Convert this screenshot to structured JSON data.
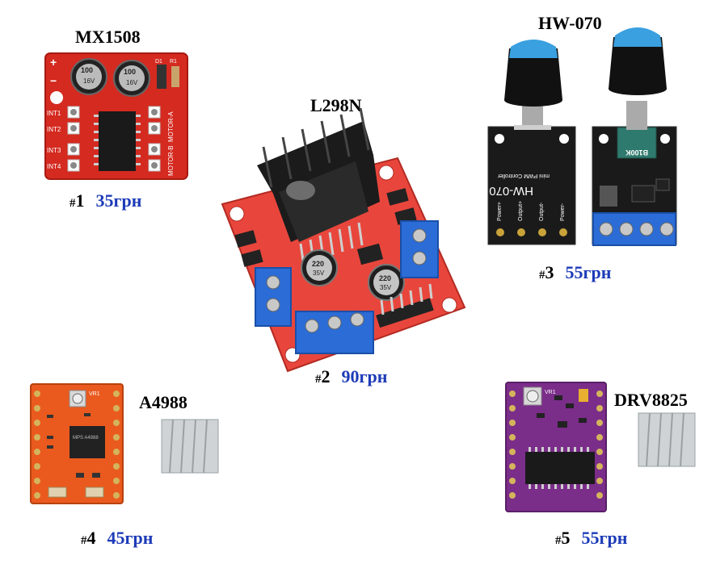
{
  "modules": [
    {
      "id": 1,
      "name": "MX1508",
      "number": "1",
      "price": "35грн"
    },
    {
      "id": 2,
      "name": "L298N",
      "number": "2",
      "price": "90грн"
    },
    {
      "id": 3,
      "name": "HW-070",
      "number": "3",
      "price": "55грн"
    },
    {
      "id": 4,
      "name": "A4988",
      "number": "4",
      "price": "45грн"
    },
    {
      "id": 5,
      "name": "DRV8825",
      "number": "5",
      "price": "55грн"
    }
  ],
  "hash_symbol": "#",
  "colors": {
    "price": "#1d3bb8",
    "mx1508_board": "#d42a20",
    "l298n_board": "#e8463c",
    "hw070_board": "#1a1a1a",
    "a4988_board": "#ea5a1e",
    "drv8825_board": "#7b2d8a",
    "terminal_block": "#2b6cd6",
    "knob_cap": "#3aa0e0"
  },
  "silkscreen": {
    "mx1508": {
      "inputs": [
        "INT1",
        "INT2",
        "INT3",
        "INT4"
      ],
      "motor_b": "MOTOR-B",
      "motor_a": "MOTOR-A",
      "cap": "100",
      "cap2": "16V",
      "d1": "D1",
      "r1": "R1"
    },
    "l298n": {
      "cap": "220",
      "cap_v": "35V"
    },
    "hw070": {
      "model": "HW-070",
      "subtitle": "mini PWM Controller",
      "pins": [
        "Power+",
        "Output+",
        "Output-",
        "Power-"
      ],
      "pot": "B100K"
    },
    "a4988": {
      "chip": "MPS A4988",
      "vr": "VR1"
    },
    "drv8825": {
      "vr": "VR1"
    }
  }
}
